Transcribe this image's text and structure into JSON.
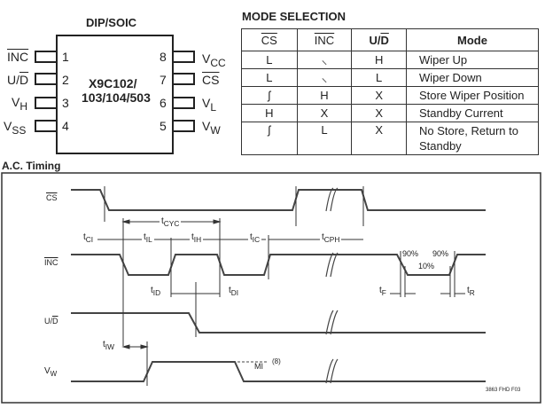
{
  "package": {
    "title": "DIP/SOIC",
    "part_line1": "X9C102/",
    "part_line2": "103/104/503",
    "left_pins": [
      {
        "number": "1",
        "name": "INC",
        "overbar": true,
        "sub": ""
      },
      {
        "number": "2",
        "name": "U/D",
        "overbar": false,
        "sub": ""
      },
      {
        "number": "3",
        "name": "V",
        "overbar": false,
        "sub": "H"
      },
      {
        "number": "4",
        "name": "V",
        "overbar": false,
        "sub": "SS"
      }
    ],
    "right_pins": [
      {
        "number": "8",
        "name": "V",
        "overbar": false,
        "sub": "CC"
      },
      {
        "number": "7",
        "name": "CS",
        "overbar": true,
        "sub": ""
      },
      {
        "number": "6",
        "name": "V",
        "overbar": false,
        "sub": "L"
      },
      {
        "number": "5",
        "name": "V",
        "overbar": false,
        "sub": "W"
      }
    ]
  },
  "mode_selection": {
    "title": "MODE SELECTION",
    "headers": [
      "CS",
      "INC",
      "U/",
      "D",
      "Mode"
    ],
    "rows": [
      {
        "cs": "L",
        "inc": "falling-edge",
        "ud": "H",
        "mode": "Wiper Up"
      },
      {
        "cs": "L",
        "inc": "falling-edge",
        "ud": "L",
        "mode": "Wiper Down"
      },
      {
        "cs": "rising-edge",
        "inc": "H",
        "ud": "X",
        "mode": "Store Wiper Position"
      },
      {
        "cs": "H",
        "inc": "X",
        "ud": "X",
        "mode": "Standby Current"
      },
      {
        "cs": "rising-edge",
        "inc": "L",
        "ud": "X",
        "mode": "No Store, Return to Standby"
      }
    ],
    "symbols": {
      "falling-edge": "⸜",
      "rising-edge": "ʃ"
    }
  },
  "timing": {
    "title": "A.C. Timing",
    "signals": {
      "cs": "CS",
      "inc": "INC",
      "ud_u": "U/",
      "ud_d": "D",
      "vw": "V",
      "vw_sub": "W"
    },
    "params": {
      "tCI": {
        "t": "t",
        "sub": "CI"
      },
      "tCYC": {
        "t": "t",
        "sub": "CYC"
      },
      "tIL": {
        "t": "t",
        "sub": "IL"
      },
      "tIH": {
        "t": "t",
        "sub": "IH"
      },
      "tIC": {
        "t": "t",
        "sub": "IC"
      },
      "tCPH": {
        "t": "t",
        "sub": "CPH"
      },
      "tID": {
        "t": "t",
        "sub": "ID"
      },
      "tDI": {
        "t": "t",
        "sub": "DI"
      },
      "tIW": {
        "t": "t",
        "sub": "IW"
      },
      "tF": {
        "t": "t",
        "sub": "F"
      },
      "tR": {
        "t": "t",
        "sub": "R"
      }
    },
    "levels": {
      "p90a": "90%",
      "p90b": "90%",
      "p10": "10%"
    },
    "mi_label": "MI",
    "note_ref": "(8)",
    "figure_id": "3863 FHD F03"
  }
}
